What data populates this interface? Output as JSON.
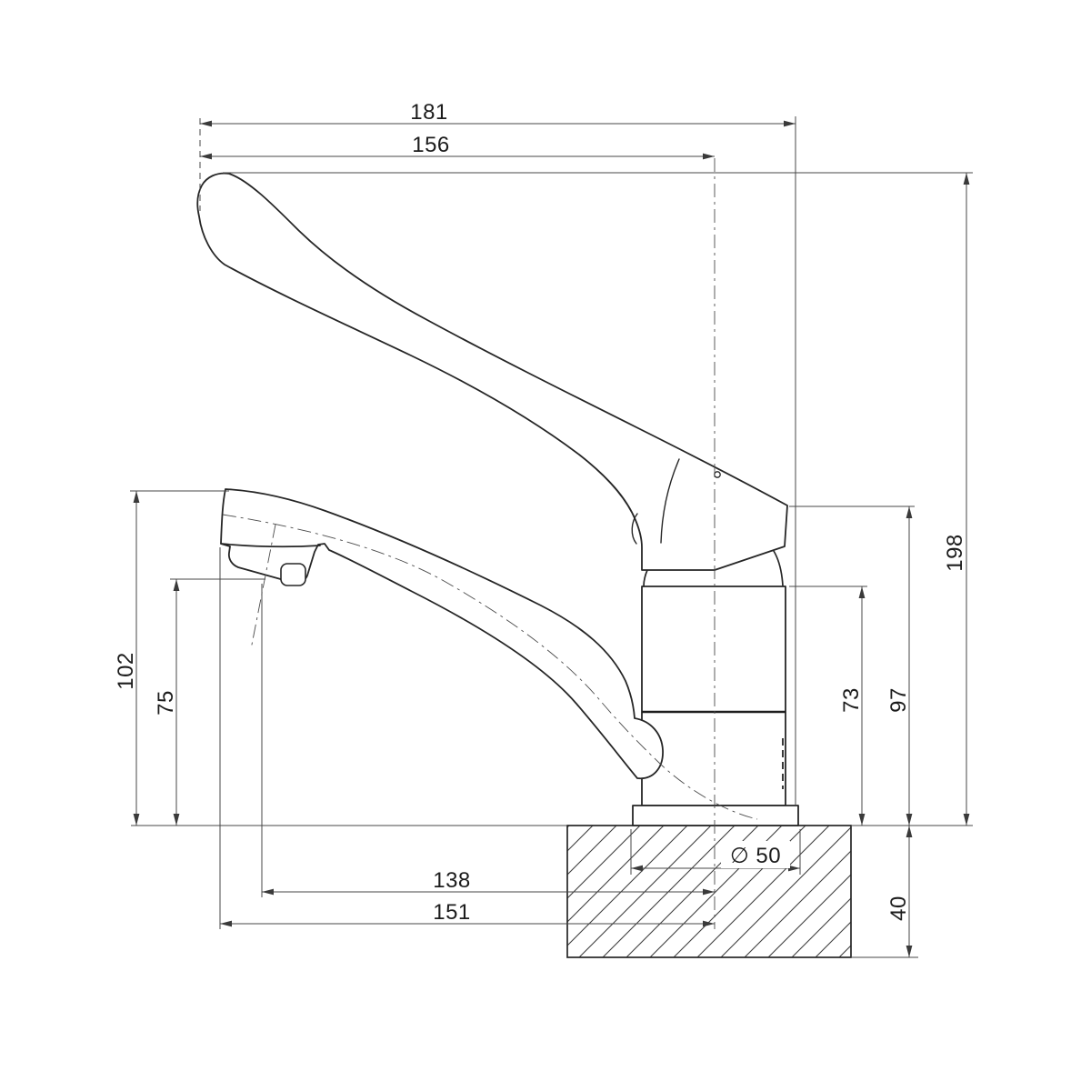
{
  "drawing": {
    "background": "#ffffff",
    "line_color": "#262626",
    "dimension_color": "#474747",
    "dimensions": {
      "overall_reach": "181",
      "reach_to_centreline": "156",
      "overall_height": "198",
      "spout_height": "102",
      "outlet_height": "75",
      "body_height": "73",
      "pivot_height": "97",
      "outlet_to_centreline": "138",
      "spout_end_to_centreline": "151",
      "base_diameter": "∅ 50",
      "bench_thickness": "40"
    }
  }
}
